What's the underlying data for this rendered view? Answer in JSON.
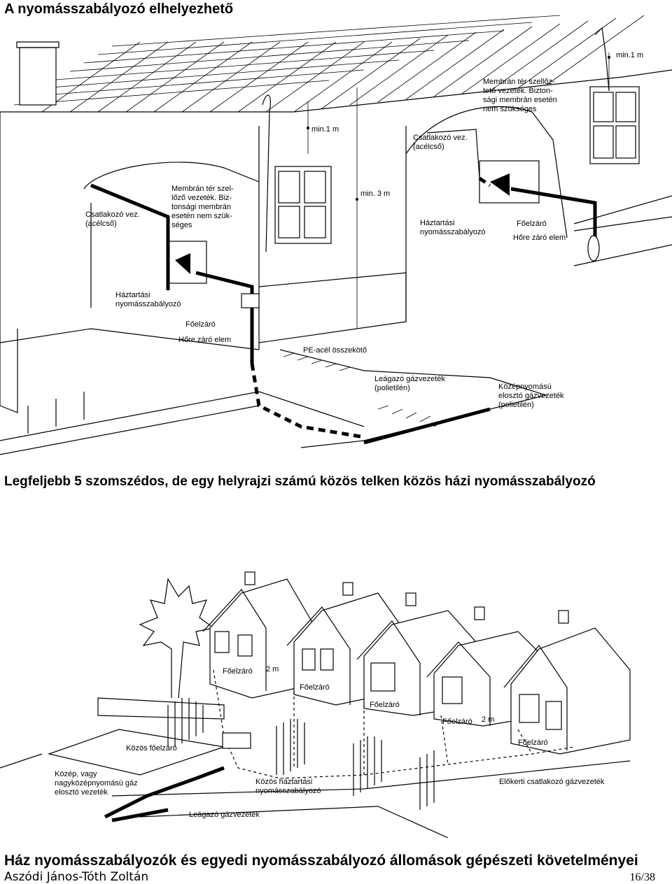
{
  "page": {
    "title": "A nyomásszabályozó elhelyezhető",
    "subtitle": "Legfeljebb 5 szomszédos, de egy helyrajzi számú közös telken közös házi nyomásszabályozó",
    "footer_title": "Ház nyomásszabályozók és egyedi nyomásszabályozó állomások gépészeti követelményei",
    "author": "Aszódi János-Tóth Zoltán",
    "page_number": "16/38"
  },
  "figure1": {
    "labels": {
      "min1m_right": "min.1 m",
      "membrane_right_1": "Membrán tér szellőz-",
      "membrane_right_2": "tető vezeték. Bizton-",
      "membrane_right_3": "sági membrán esetén",
      "membrane_right_4": "nem szükséges",
      "min1m_mid": "min.1 m",
      "connector_right_1": "Csatlakozó vez.",
      "connector_right_2": "(acélcső)",
      "membrane_left_1": "Membrán tér szel-",
      "membrane_left_2": "lőző vezeték. Biz-",
      "membrane_left_3": "tonsági membrán",
      "membrane_left_4": "esetén nem szük-",
      "membrane_left_5": "séges",
      "min3m": "min. 3 m",
      "connector_left_1": "Csatlakozó vez.",
      "connector_left_2": "(acélcső)",
      "household_right_1": "Háztartási",
      "household_right_2": "nyomásszabályozó",
      "main_valve_right": "Főelzáró",
      "thermal_right": "Hőre záró elem",
      "household_left_1": "Háztartási",
      "household_left_2": "nyomásszabályozó",
      "main_valve_left": "Főelzáró",
      "thermal_left": "Hőre záró elem",
      "pe_steel": "PE-acél összekötő",
      "branch_1": "Leágazó gázvezeték",
      "branch_2": "(polietilén)",
      "medium_1": "Középnyomású",
      "medium_2": "elosztó gázvezeték",
      "medium_3": "(polietilén)"
    }
  },
  "figure2": {
    "labels": {
      "main_valve_1": "Főelzáró",
      "two_m_1": "2 m",
      "main_valve_2": "Főelzáró",
      "main_valve_3": "Főelzáró",
      "main_valve_4": "Főelzáró",
      "two_m_2": "2 m",
      "main_valve_5": "Főelzáró",
      "common_main_valve": "Közös főelzáró",
      "medium_1": "Közép, vagy",
      "medium_2": "nagyközépnyomású gáz",
      "medium_3": "elosztó vezeték",
      "common_regulator_1": "Közös háztartási",
      "common_regulator_2": "nyomásszabályozó",
      "front_garden": "Előkerti csatlakozó gázvezeték",
      "branch": "Leágazó gázvezeték"
    }
  }
}
